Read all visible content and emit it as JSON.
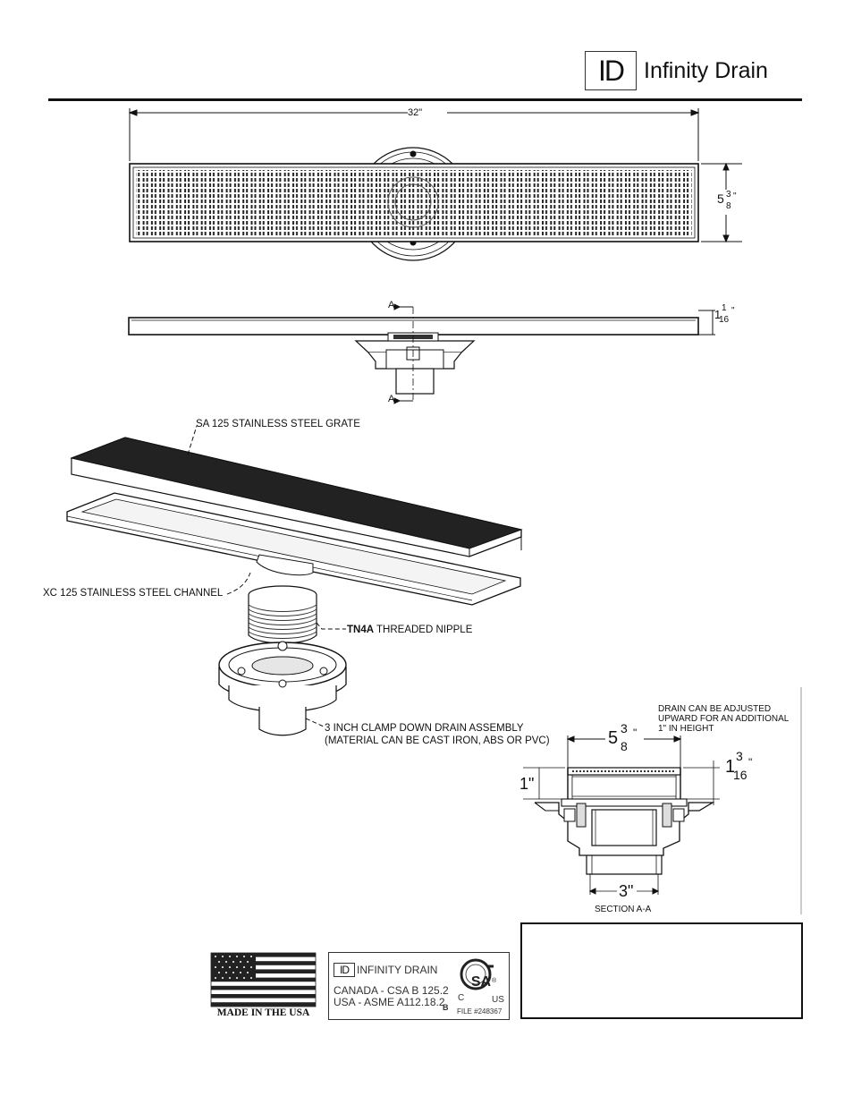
{
  "brand": {
    "mark": "ID",
    "name": "Infinity Drain"
  },
  "top_view": {
    "length": "32\"",
    "width_whole": "5",
    "width_num": "3",
    "width_den": "8"
  },
  "side_view": {
    "height_whole": "1",
    "height_num": "1",
    "height_den": "16",
    "section_mark": "A"
  },
  "callouts": {
    "grate": "SA 125 STAINLESS STEEL GRATE",
    "channel": "XC 125 STAINLESS STEEL CHANNEL",
    "nipple_bold": "TN4A",
    "nipple_rest": " THREADED NIPPLE",
    "drain_line1": "3 INCH CLAMP DOWN DRAIN ASSEMBLY",
    "drain_line2": "(MATERIAL CAN BE CAST IRON, ABS OR PVC)"
  },
  "section": {
    "note_line1": "DRAIN CAN BE ADJUSTED",
    "note_line2": "UPWARD FOR AN ADDITIONAL",
    "note_line3": "1\" IN HEIGHT",
    "width_whole": "5",
    "width_num": "3",
    "width_den": "8",
    "height_whole": "1",
    "height_num": "3",
    "height_den": "16",
    "left_dim": "1\"",
    "bottom_dim": "3\"",
    "title": "SECTION A-A"
  },
  "badges": {
    "made_in": "MADE IN THE USA",
    "cert_brand_mark": "ID",
    "cert_brand": "INFINITY DRAIN",
    "cert_line1": "CANADA - CSA B 125.2",
    "cert_line2": "USA - ASME A112.18.2",
    "cert_b": "B",
    "csa": "SA",
    "csa_c": "C",
    "csa_us": "US",
    "file": "FILE #248367"
  }
}
